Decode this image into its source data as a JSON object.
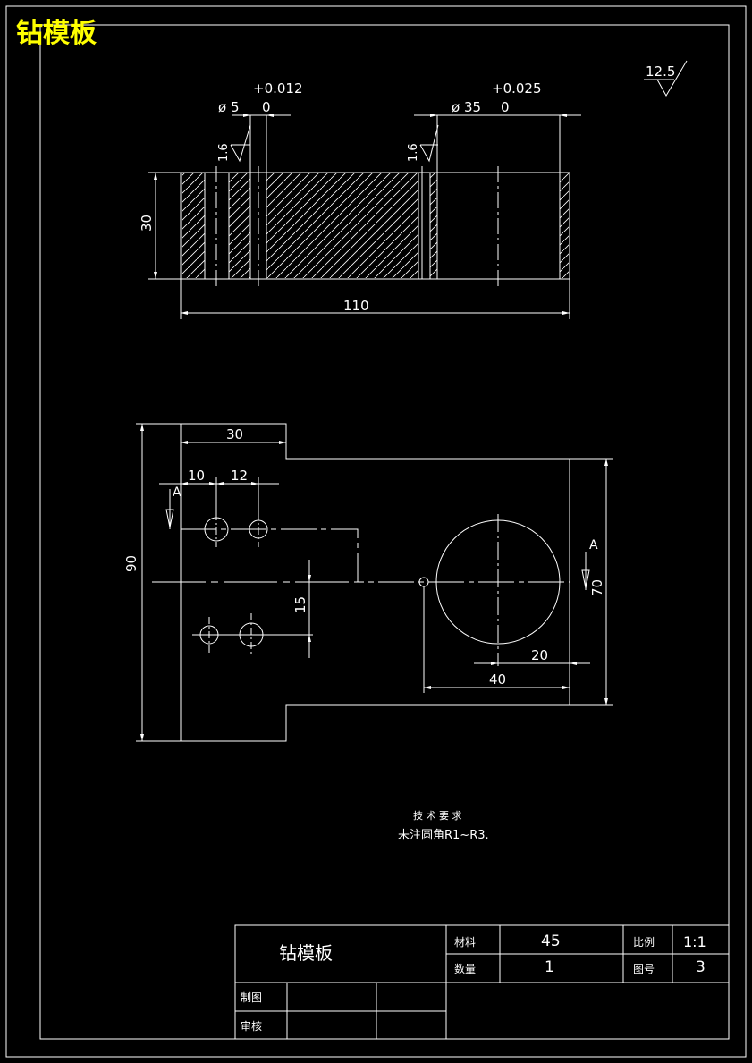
{
  "sheet_title": "钻模板",
  "colors": {
    "background": "#000000",
    "lines": "#ffffff",
    "title": "#ffff00"
  },
  "front_view": {
    "tol_small": "+0.012",
    "dia_small": "ø 5",
    "tol_small_low": "0",
    "tol_large": "+0.025",
    "dia_large": "ø 35",
    "tol_large_low": "0",
    "roughness_left": "1.6",
    "roughness_right": "1.6",
    "height_dim": "30",
    "length_dim": "110"
  },
  "surface_finish": "12.5",
  "top_view": {
    "dim_30": "30",
    "dim_10": "10",
    "dim_12": "12",
    "dim_90": "90",
    "dim_15": "15",
    "dim_70": "70",
    "dim_20": "20",
    "dim_40": "40",
    "section_a_left": "A",
    "section_a_right": "A"
  },
  "tech_req": {
    "heading": "技 术 要 求",
    "text": "未注圆角R1~R3."
  },
  "title_block": {
    "part_name": "钻模板",
    "material_label": "材料",
    "material_value": "45",
    "scale_label": "比例",
    "scale_value": "1:1",
    "quantity_label": "数量",
    "quantity_value": "1",
    "drawing_no_label": "图号",
    "drawing_no_value": "3",
    "drawn_label": "制图",
    "checked_label": "审核"
  }
}
